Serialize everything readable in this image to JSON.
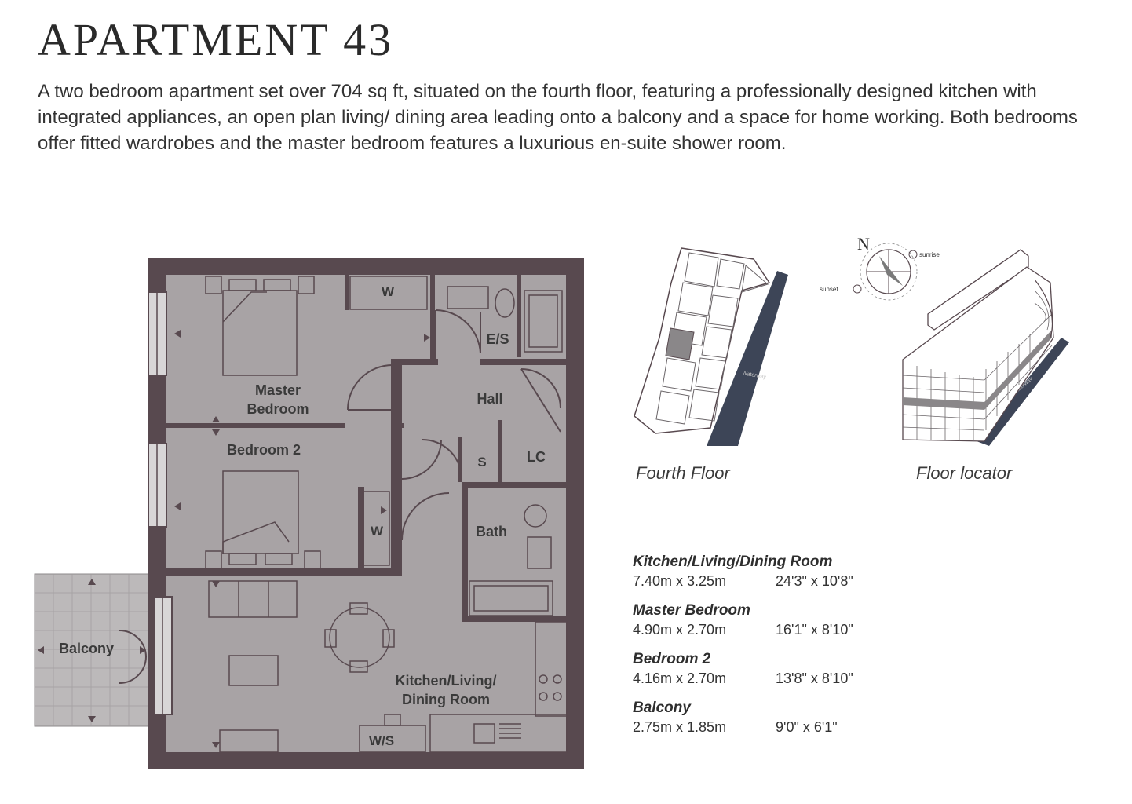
{
  "title": "APARTMENT 43",
  "description": "A two bedroom apartment set over 704 sq ft, situated on the fourth floor, featuring a professionally designed kitchen with integrated appliances, an open plan living/ dining area leading onto a balcony and a space for home working. Both bedrooms offer fitted wardrobes and the master bedroom features a luxurious en-suite shower room.",
  "plan": {
    "labels": {
      "master1": "Master",
      "master2": "Bedroom",
      "bedroom2": "Bedroom 2",
      "hall": "Hall",
      "es": "E/S",
      "w_top": "W",
      "w_mid": "W",
      "s": "S",
      "lc": "LC",
      "bath": "Bath",
      "kitchen1": "Kitchen/Living/",
      "kitchen2": "Dining Room",
      "balcony": "Balcony",
      "ws": "W/S"
    },
    "colors": {
      "wall": "#58494f",
      "floor": "#a8a3a5",
      "balcony": "#bcb9ba"
    }
  },
  "locator": {
    "fourth_floor_caption": "Fourth Floor",
    "floor_locator_caption": "Floor locator",
    "compass": {
      "north": "N",
      "sunrise": "sunrise",
      "sunset": "sunset"
    },
    "waterway_label": "Waterway",
    "colors": {
      "water": "#3d4557",
      "highlight": "#8a8789"
    }
  },
  "rooms": [
    {
      "name": "Kitchen/Living/Dining Room",
      "metric": "7.40m x 3.25m",
      "imperial": "24'3\" x 10'8\""
    },
    {
      "name": "Master Bedroom",
      "metric": "4.90m x 2.70m",
      "imperial": "16'1\" x 8'10\""
    },
    {
      "name": "Bedroom 2",
      "metric": "4.16m x 2.70m",
      "imperial": "13'8\" x 8'10\""
    },
    {
      "name": "Balcony",
      "metric": "2.75m x 1.85m",
      "imperial": "9'0\" x 6'1\""
    }
  ]
}
